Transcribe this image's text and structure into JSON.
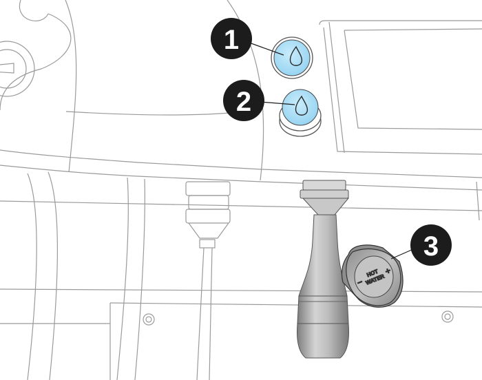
{
  "callouts": [
    {
      "number": "1",
      "target": "water-button-upper"
    },
    {
      "number": "2",
      "target": "water-button-lower"
    },
    {
      "number": "3",
      "target": "hot-water-knob"
    }
  ],
  "knob": {
    "line1": "HOT",
    "line2": "WATER",
    "minus": "−",
    "plus": "+"
  },
  "icons": {
    "button_icon": "water-drop-icon"
  },
  "colors": {
    "button_fill": "#a9dcf5",
    "line": "#8a8a8a",
    "callout_fill": "#1c1c1c",
    "knob_fill": "#b0b0b0",
    "handle_fill": "#9e9e9e"
  }
}
